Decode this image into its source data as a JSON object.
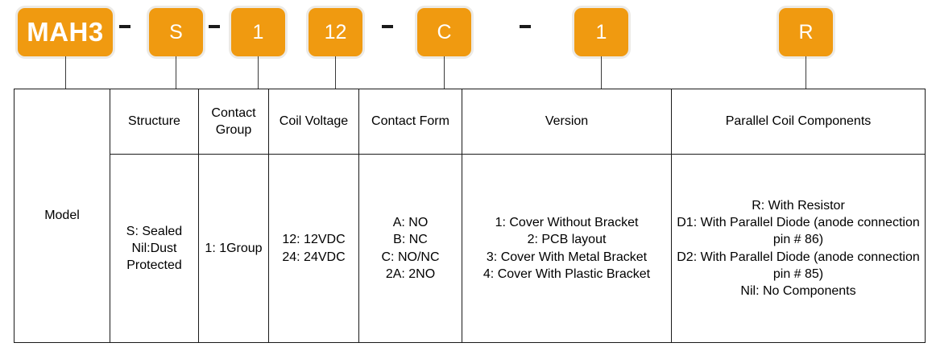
{
  "part_number": {
    "segments": [
      {
        "id": "model",
        "value": "MAH3",
        "wide": true
      },
      {
        "id": "structure",
        "value": "S"
      },
      {
        "id": "contact-group",
        "value": "1"
      },
      {
        "id": "coil-voltage",
        "value": "12"
      },
      {
        "id": "contact-form",
        "value": "C"
      },
      {
        "id": "version",
        "value": "1"
      },
      {
        "id": "parallel-coil-components",
        "value": "R"
      }
    ],
    "separator": "-",
    "box_color": "#F09A10",
    "box_text_color": "#FFFFFF"
  },
  "table": {
    "headers": [
      "",
      "Structure",
      "Contact Group",
      "Coil Voltage",
      "Contact Form",
      "Version",
      "Parallel Coil Components"
    ],
    "model_label": "Model",
    "cells": {
      "structure": [
        "S: Sealed",
        "Nil:Dust",
        "Protected"
      ],
      "contact_group": [
        "1: 1Group"
      ],
      "coil_voltage": [
        "12: 12VDC",
        "24: 24VDC"
      ],
      "contact_form": [
        "A: NO",
        "B: NC",
        "C: NO/NC",
        "2A: 2NO"
      ],
      "version": [
        "1: Cover Without Bracket",
        "2: PCB layout",
        "3: Cover With Metal Bracket",
        "4: Cover With Plastic Bracket"
      ],
      "parallel_coil_components": [
        "R: With Resistor",
        "D1: With Parallel Diode (anode connection pin # 86)",
        "D2: With Parallel Diode (anode connection pin # 85)",
        "Nil: No Components"
      ]
    }
  }
}
